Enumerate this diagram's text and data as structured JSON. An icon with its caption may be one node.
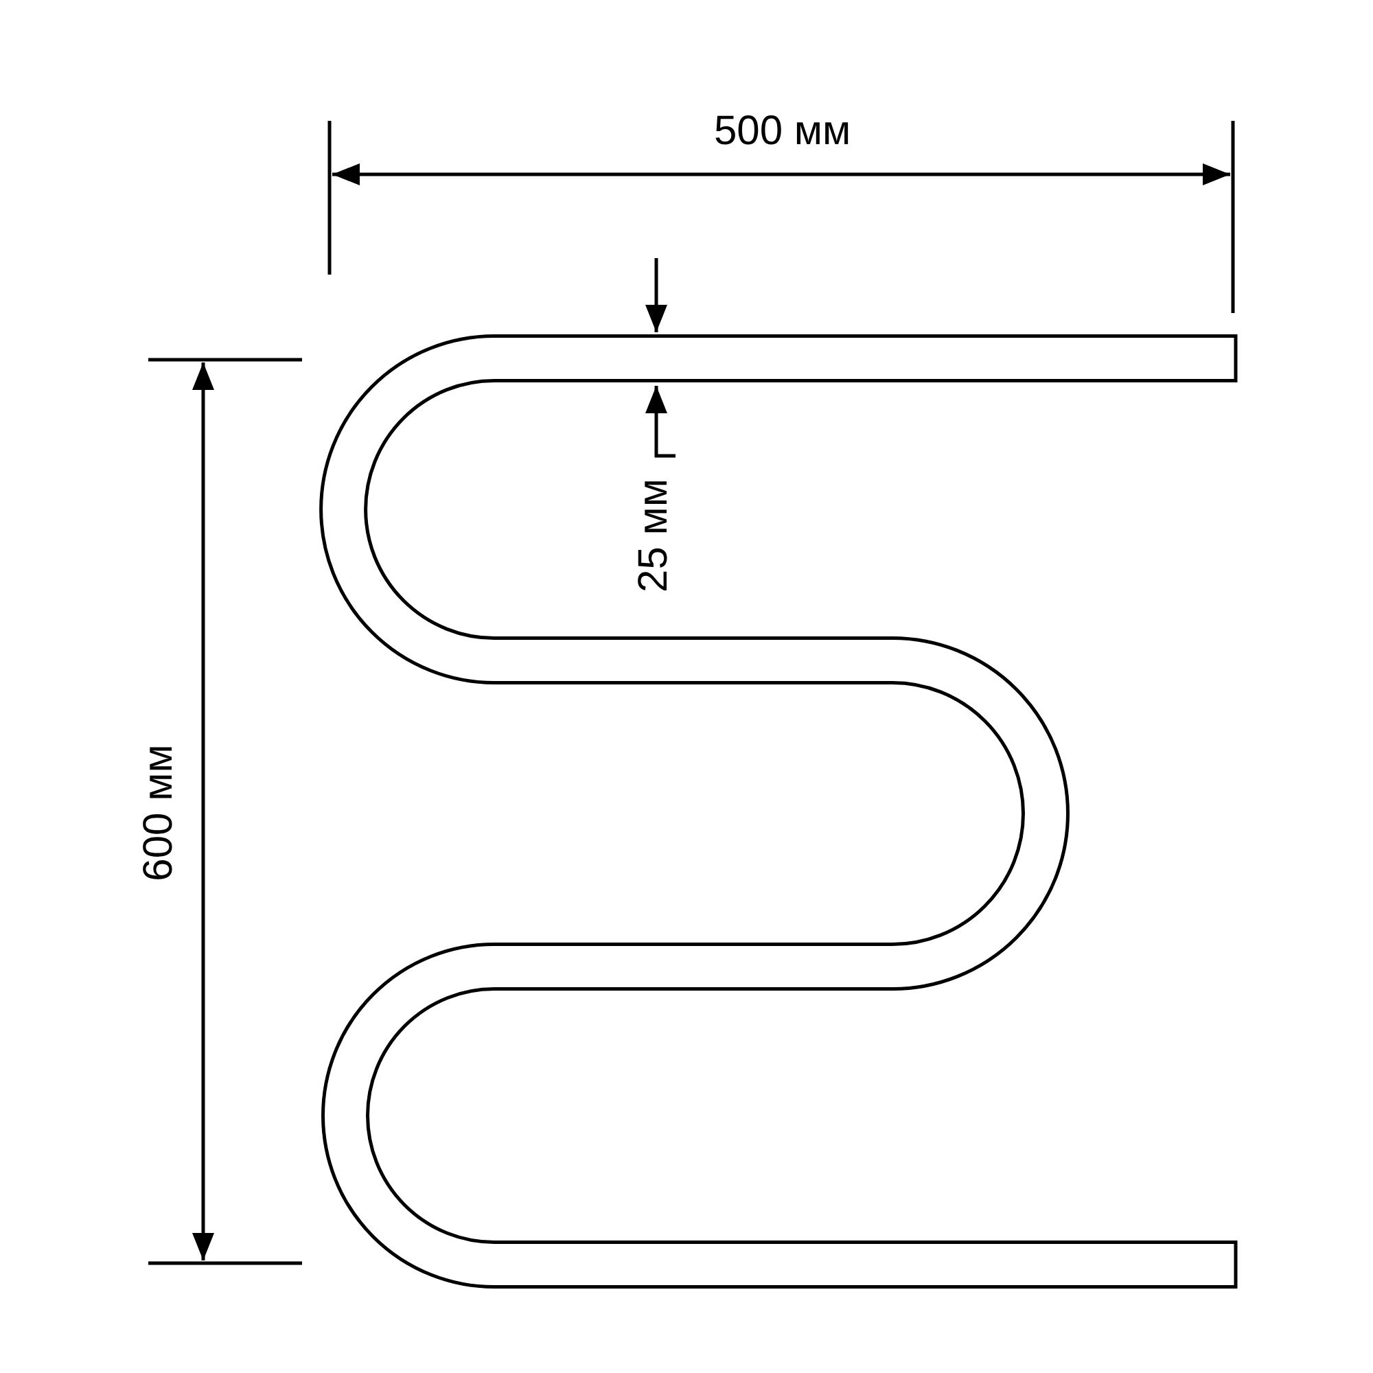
{
  "diagram": {
    "labels": [
      "500 мм",
      "25 мм",
      "600 мм"
    ]
  }
}
